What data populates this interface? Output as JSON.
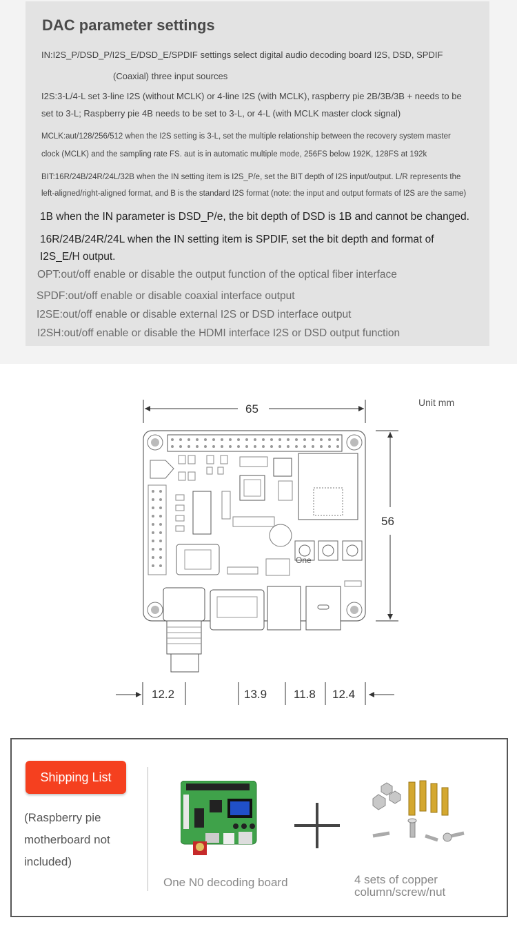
{
  "params": {
    "title": "DAC parameter settings",
    "in_line1": "IN:I2S_P/DSD_P/I2S_E/DSD_E/SPDIF settings select digital audio decoding board I2S, DSD, SPDIF",
    "in_line2": "(Coaxial) three input sources",
    "i2s_line1": "I2S:3-L/4-L set 3-line I2S (without MCLK) or 4-line I2S (with MCLK), raspberry pie 2B/3B/3B + needs to be",
    "i2s_line2": "set to 3-L; Raspberry pie 4B needs to be set to 3-L, or 4-L (with MCLK master clock signal)",
    "mclk_line1": "MCLK:aut/128/256/512 when the I2S setting is 3-L, set the multiple relationship between the recovery system master",
    "mclk_line2": "clock (MCLK) and the sampling rate FS. aut is in automatic multiple mode, 256FS below 192K, 128FS at 192k",
    "bit_line1": "BIT:16R/24B/24R/24L/32B when the IN setting item is I2S_P/e, set the BIT depth of I2S input/output. L/R represents the",
    "bit_line2": "left-aligned/right-aligned format, and B is the standard I2S format (note: the input and output formats of I2S are the same)",
    "dsd_line": "1B when the IN parameter is DSD_P/e, the bit depth of DSD is 1B and cannot be changed.",
    "spdif_line1": "16R/24B/24R/24L when the IN setting item is SPDIF, set the bit depth and format of",
    "spdif_line2": "I2S_E/H output.",
    "opt_line": "OPT:out/off enable or disable the output function of the optical fiber interface",
    "spdf_line": "SPDF:out/off enable or disable coaxial interface output",
    "i2se_line": "I2SE:out/off enable or disable external I2S or DSD interface output",
    "i2sh_line": "I2SH:out/off enable or disable the HDMI interface I2S or DSD output function"
  },
  "diagram": {
    "unit": "Unit mm",
    "width": "65",
    "height": "56",
    "dims": [
      "12.2",
      "13.9",
      "11.8",
      "12.4"
    ],
    "button_label": "One"
  },
  "shipping": {
    "button": "Shipping List",
    "note": "(Raspberry pie motherboard not included)",
    "item1": "One N0 decoding board",
    "item2": "4 sets of copper column/screw/nut"
  }
}
